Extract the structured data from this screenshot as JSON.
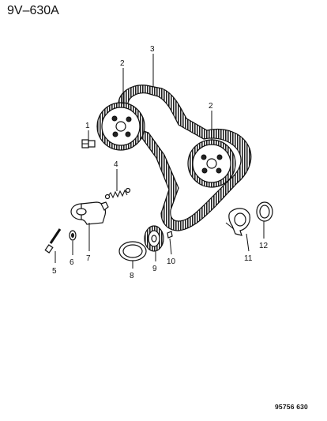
{
  "figure_code": "9V–630A",
  "footer_code": "95756 630",
  "callouts": {
    "c1": "1",
    "c2a": "2",
    "c2b": "2",
    "c3": "3",
    "c4": "4",
    "c5": "5",
    "c6": "6",
    "c7": "7",
    "c8": "8",
    "c9": "9",
    "c10": "10",
    "c11": "11",
    "c12": "12"
  }
}
